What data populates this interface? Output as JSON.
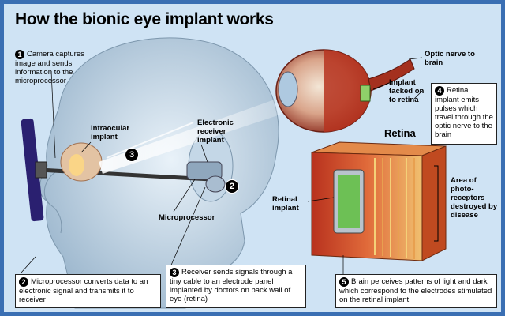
{
  "title": "How the bionic eye implant works",
  "labels": {
    "intraocular": "Intraocular implant",
    "receiver": "Electronic receiver implant",
    "microprocessor": "Microprocessor",
    "optic_nerve": "Optic nerve to brain",
    "implant_tacked": "Implant tacked on to retina",
    "retina_heading": "Retina",
    "retinal_implant": "Retinal implant",
    "area_destroyed": "Area of photo-receptors destroyed by disease"
  },
  "steps": [
    {
      "num": "1",
      "text": "Camera captures image and sends information to the microprocessor"
    },
    {
      "num": "2",
      "text": "Microprocessor converts data to an electronic signal and transmits it to receiver"
    },
    {
      "num": "3",
      "text": "Receiver sends signals through a tiny cable to an electrode panel implanted by doctors on back wall of eye (retina)"
    },
    {
      "num": "4",
      "text": "Retinal implant emits pulses which travel through the optic nerve to the brain"
    },
    {
      "num": "5",
      "text": "Brain perceives patterns of light and dark which correspond to the electrodes stimulated on the retinal implant"
    }
  ],
  "markers": {
    "three": "3",
    "two": "2"
  },
  "colors": {
    "frame": "#3a6fb3",
    "background": "#cfe3f4",
    "head": "#b8cedf",
    "eye": "#c8412c",
    "tissue": "#d9542e"
  }
}
